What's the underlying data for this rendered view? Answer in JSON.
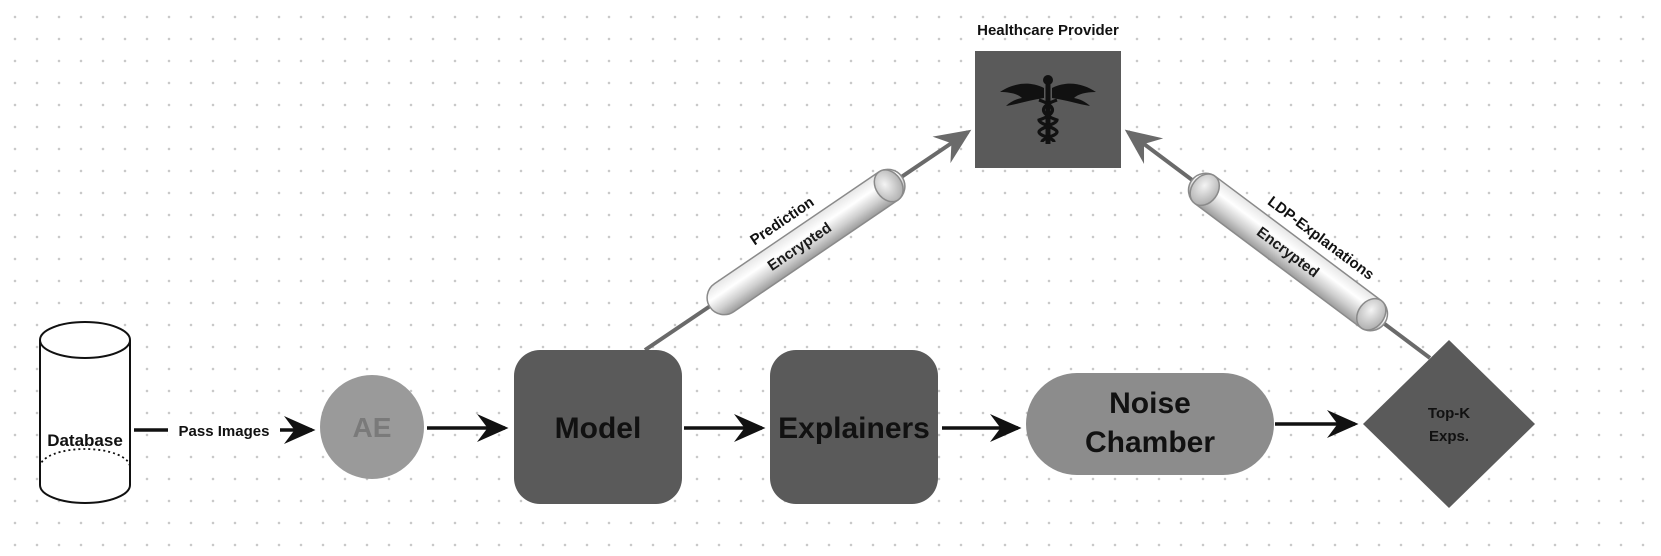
{
  "nodes": {
    "database": {
      "label": "Database",
      "icon": "database-cylinder-icon"
    },
    "ae": {
      "label": "AE"
    },
    "model": {
      "label": "Model"
    },
    "explainers": {
      "label": "Explainers"
    },
    "noise_chamber": {
      "line1": "Noise",
      "line2": "Chamber"
    },
    "topk": {
      "line1": "Top-K",
      "line2": "Exps."
    },
    "healthcare_provider": {
      "label": "Healthcare Provider",
      "icon": "caduceus-icon"
    }
  },
  "edges": {
    "pass_images": {
      "label": "Pass Images"
    },
    "prediction": {
      "label": "Prediction",
      "pipe_label": "Encrypted"
    },
    "ldp_explanations": {
      "label": "LDP-Explanations",
      "pipe_label": "Encrypted"
    }
  },
  "colors": {
    "dark_box": "#5a5a5a",
    "medium_pill": "#8c8c8c",
    "ae_circle": "#9a9a9a",
    "ae_text": "#7a7a7a",
    "arrow": "#111111",
    "connector": "#6a6a6a"
  }
}
